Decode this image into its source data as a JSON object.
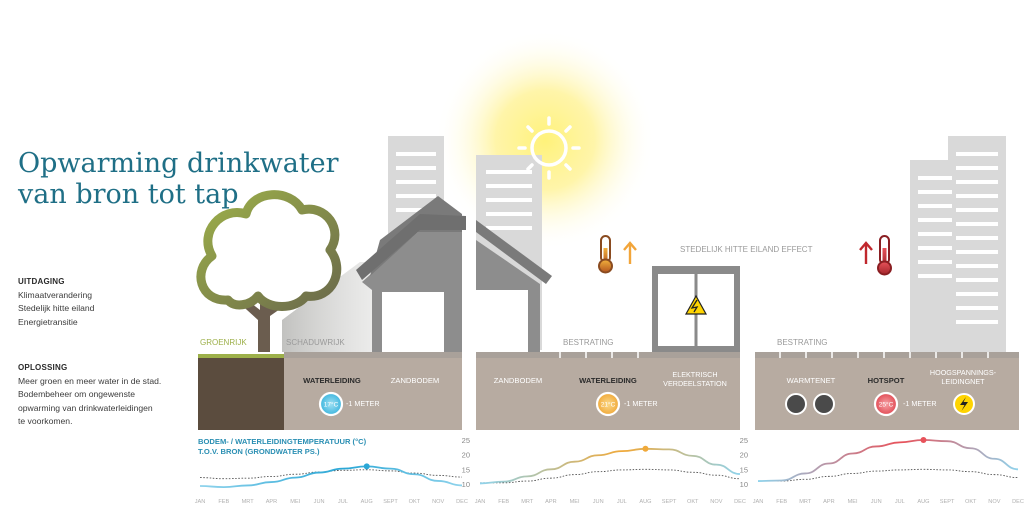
{
  "title": {
    "line1": "Opwarming drinkwater",
    "line2": "van bron tot tap"
  },
  "challenge": {
    "heading": "UITDAGING",
    "items": [
      "Klimaatverandering",
      "Stedelijk hitte eiland",
      "Energietransitie"
    ]
  },
  "solution": {
    "heading": "OPLOSSING",
    "lines": [
      "Meer groen en meer water in de stad.",
      "Bodembeheer om ongewenste",
      "opwarming van drinkwaterleidingen",
      "te voorkomen."
    ]
  },
  "labels": {
    "groenrijk": "GROENRIJK",
    "schaduwrijk": "SCHADUWRIJK",
    "bestrating1": "BESTRATING",
    "bestrating2": "BESTRATING",
    "uhi": "STEDELIJK HITTE EILAND EFFECT",
    "elec1": "ELEKTRISCH",
    "elec2": "VERDEELSTATION"
  },
  "panels": [
    {
      "label_a": "WATERLEIDING",
      "label_b": "ZANDBODEM",
      "temp": "17°C",
      "depth": "-1 METER",
      "temp_color": "#5bc6e6"
    },
    {
      "label_a": "ZANDBODEM",
      "label_b": "WATERLEIDING",
      "temp": "21°C",
      "depth": "-1 METER",
      "temp_color": "#f2b441"
    },
    {
      "label_a": "WARMTENET",
      "label_b": "HOTSPOT",
      "label_c1": "HOOGSPANNINGS-",
      "label_c2": "LEIDINGNET",
      "temp": "25°C",
      "depth": "-1 METER",
      "temp_color": "#e8525a"
    }
  ],
  "legend": {
    "line1": "BODEM- / WATERLEIDINGTEMPERATUUR (°C)",
    "line2": "T.O.V. BRON (GRONDWATER PS.)"
  },
  "icons": {
    "sun": "sun-icon",
    "thermometer": "thermometer-icon",
    "arrow": "arrow-up-icon",
    "bolt": "lightning-bolt-icon"
  },
  "colors": {
    "title": "#1f6f86",
    "soil": "#b7aba1",
    "dark_soil": "#5b4c3e",
    "building": "#d6d6d6",
    "green": "#9db04a"
  },
  "chart_data": [
    {
      "type": "line",
      "categories": [
        "JAN",
        "FEB",
        "MRT",
        "APR",
        "MEI",
        "JUN",
        "JUL",
        "AUG",
        "SEPT",
        "OKT",
        "NOV",
        "DEC"
      ],
      "ylim": [
        10,
        25
      ],
      "series": [
        {
          "values": [
            10,
            9.6,
            10.2,
            11.4,
            13,
            14.8,
            16.2,
            17,
            16.2,
            14.2,
            11.8,
            10.2
          ]
        },
        {
          "values": [
            13,
            12.6,
            12.8,
            13.4,
            14.2,
            15,
            15.6,
            15.8,
            15.4,
            14.6,
            13.8,
            13.2
          ]
        }
      ],
      "yticks": [],
      "marker_index": 7
    },
    {
      "type": "line",
      "categories": [
        "JAN",
        "FEB",
        "MRT",
        "APR",
        "MEI",
        "JUN",
        "JUL",
        "AUG",
        "SEPT",
        "OKT",
        "NOV",
        "DEC"
      ],
      "ylim": [
        10,
        25
      ],
      "series": [
        {
          "values": [
            10.2,
            10.8,
            12.6,
            15,
            17.6,
            19.8,
            21.2,
            22,
            21.8,
            19.6,
            16.6,
            13.4
          ]
        },
        {
          "values": [
            10.4,
            10.4,
            11,
            12,
            13.2,
            14.2,
            14.8,
            15,
            14.8,
            14,
            13,
            11.8
          ]
        }
      ],
      "yticks": [
        25,
        20,
        15,
        10
      ],
      "marker_index": 7
    },
    {
      "type": "line",
      "categories": [
        "JAN",
        "FEB",
        "MRT",
        "APR",
        "MEI",
        "JUN",
        "JUL",
        "AUG",
        "SEPT",
        "OKT",
        "NOV",
        "DEC"
      ],
      "ylim": [
        10,
        25
      ],
      "series": [
        {
          "values": [
            11,
            11.2,
            13.6,
            17,
            20.4,
            22.8,
            24.2,
            25,
            24.6,
            22.2,
            18.6,
            15
          ]
        },
        {
          "values": [
            11,
            11,
            11.6,
            12.6,
            13.6,
            14.4,
            14.8,
            15,
            14.8,
            14.2,
            13.2,
            12.2
          ]
        }
      ],
      "yticks": [
        25,
        20,
        15,
        10
      ],
      "marker_index": 7
    }
  ]
}
